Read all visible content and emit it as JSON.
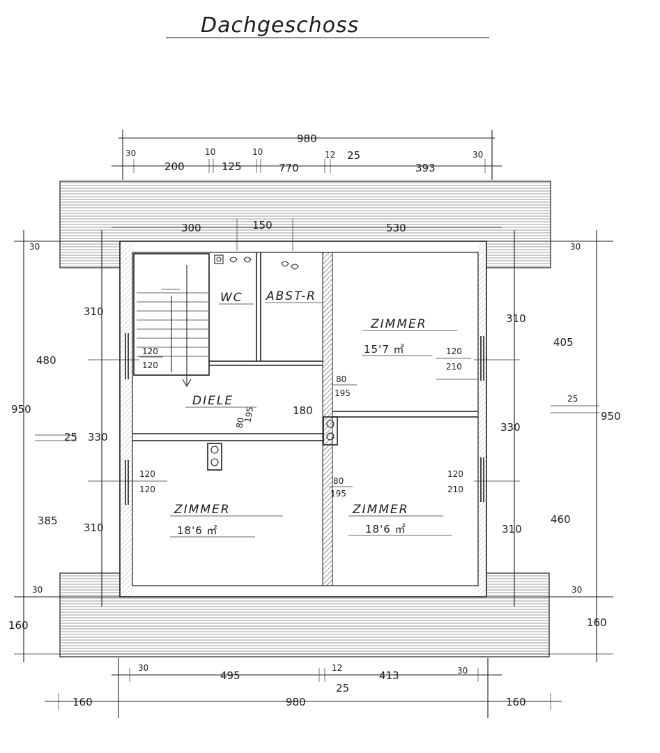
{
  "title": "Dachgeschoss",
  "rooms": {
    "wc": "WC",
    "abst": "ABST-R",
    "zimmer_ne": "ZIMMER",
    "zimmer_ne_area": "15'7 ㎡",
    "diele": "DIELE",
    "zimmer_sw": "ZIMMER",
    "zimmer_sw_area": "18'6 ㎡",
    "zimmer_se": "ZIMMER",
    "zimmer_se_area": "18'6 ㎡"
  },
  "dims": {
    "top_total": "980",
    "top_30_l": "30",
    "top_10_a": "10",
    "top_10_b": "10",
    "top_12": "12",
    "top_25": "25",
    "top_30_r": "30",
    "top_200": "200",
    "top_125": "125",
    "top_770": "770",
    "top_393": "393",
    "inner_300": "300",
    "inner_150": "150",
    "inner_530": "530",
    "left_30": "30",
    "left_310_a": "310",
    "left_480": "480",
    "left_950": "950",
    "left_25": "25",
    "left_330": "330",
    "left_385": "385",
    "left_310_b": "310",
    "left_30_b": "30",
    "left_160": "160",
    "right_30": "30",
    "right_310_a": "310",
    "right_405": "405",
    "right_25": "25",
    "right_950": "950",
    "right_330": "330",
    "right_460": "460",
    "right_310_b": "310",
    "right_30_b": "30",
    "right_160": "160",
    "win_120_a": "120",
    "win_120_b": "120",
    "win_120_c": "120",
    "win_210_a": "210",
    "door_80_a": "80",
    "door_195_a": "195",
    "diele_180": "180",
    "diele_80": "80",
    "diele_195": "195",
    "win_120_d": "120",
    "win_120_e": "120",
    "door_80_b": "80",
    "door_195_b": "195",
    "win_120_f": "120",
    "win_210_b": "210",
    "bot_30_l": "30",
    "bot_495": "495",
    "bot_12": "12",
    "bot_413": "413",
    "bot_30_r": "30",
    "bot_25": "25",
    "bot_160_l": "160",
    "bot_980": "980",
    "bot_160_r": "160"
  }
}
